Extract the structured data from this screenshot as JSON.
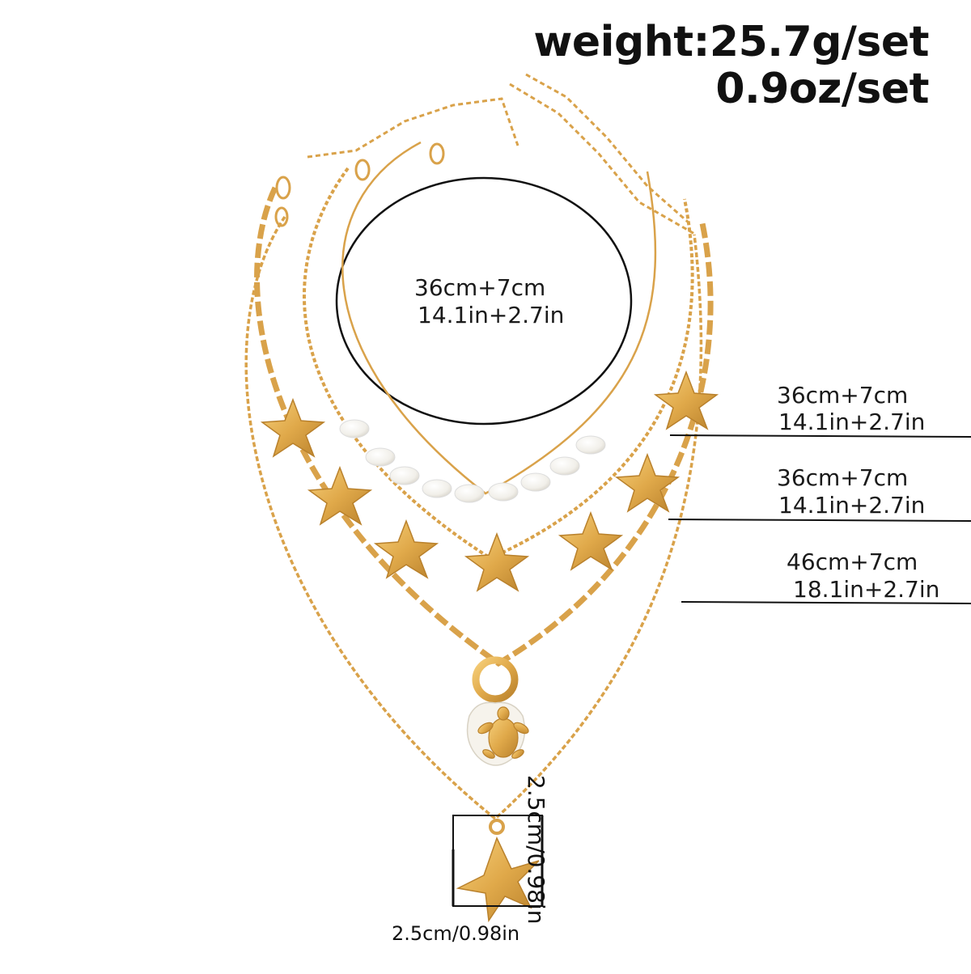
{
  "weight": {
    "line1": "weight:25.7g/set",
    "line2": "0.9oz/set"
  },
  "choker": {
    "line1": "36cm+7cm",
    "line2": "14.1in+2.7in"
  },
  "chains": [
    {
      "line1": "36cm+7cm",
      "line2": "14.1in+2.7in"
    },
    {
      "line1": "36cm+7cm",
      "line2": "14.1in+2.7in"
    },
    {
      "line1": "46cm+7cm",
      "line2": "18.1in+2.7in"
    }
  ],
  "pendant": {
    "width": "2.5cm/0.98in",
    "height": "2.5cm/0.98in"
  },
  "colors": {
    "gold": "#e0a94a",
    "gold_dark": "#b9812c",
    "pearl": "#f4f2ee",
    "line": "#111111"
  }
}
